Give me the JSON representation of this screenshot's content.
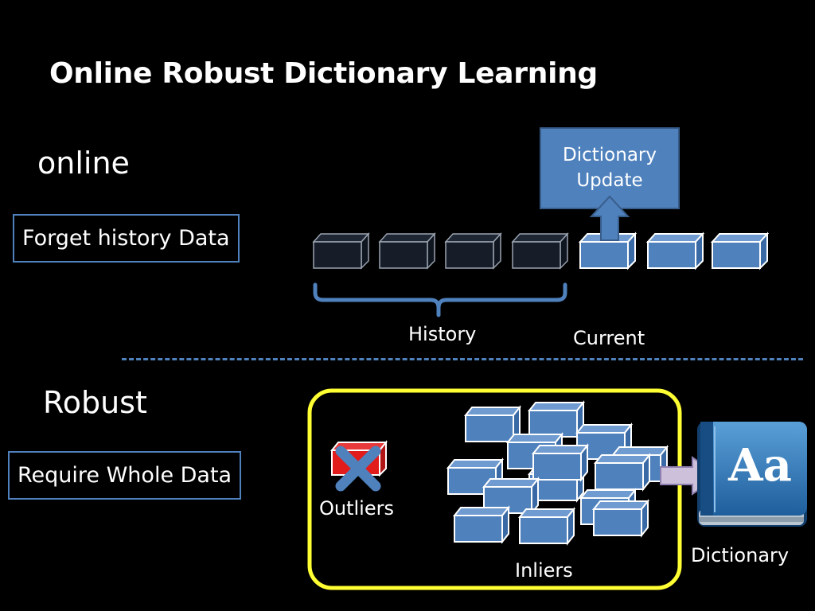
{
  "slide": {
    "title": "Online Robust Dictionary Learning",
    "online": {
      "heading": "online",
      "box_label": "Forget history Data",
      "update_label_line1": "Dictionary",
      "update_label_line2": "Update",
      "history_label": "History",
      "current_label": "Current"
    },
    "robust": {
      "heading": "Robust",
      "box_label": "Require Whole Data",
      "outliers_label": "Outliers",
      "inliers_label": "Inliers",
      "dictionary_label": "Dictionary",
      "book_icon_text": "Aa"
    }
  },
  "colors": {
    "accent_blue": "#4f81bd",
    "history_block": "#161d29",
    "highlight_yellow": "#ffff33",
    "outlier_red": "#e21b1b",
    "arrow_lavender": "#ccc0da"
  }
}
